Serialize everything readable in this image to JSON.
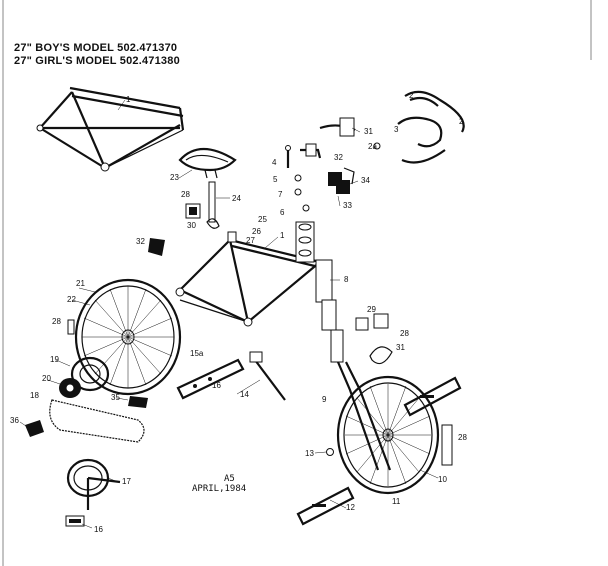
{
  "header": {
    "line1": "27\" BOY'S MODEL 502.471370",
    "line2": "27\" GIRL'S MODEL 502.471380"
  },
  "footer": {
    "page_code": "A5",
    "date": "APRIL,1984"
  },
  "parts": {
    "frame_girls": "1",
    "frame_boys": "1",
    "handlebar_top": "2",
    "handlebar_right": "2",
    "handlebar_alt": "2a",
    "stem": "3",
    "bolt": "4",
    "nut": "5",
    "expander": "6",
    "washer": "7",
    "headset": "8",
    "fork_bolt": "9",
    "rear_wheel_tire": "10",
    "front_wheel": "11",
    "chainguard_front": "12",
    "hub_nut": "13",
    "kickstand": "14",
    "chainguard_piece_a": "15a",
    "chainguard_piece": "16",
    "pedal": "16",
    "crank_set": "17",
    "chain": "18",
    "freewheel_cluster": "19",
    "sprocket": "20",
    "rear_wheel": "21",
    "rear_tire": "22",
    "saddle": "23",
    "seat_post": "24",
    "clamp_bolt": "25",
    "clamp_nut": "26",
    "clamp_washer": "27",
    "reflector_rear": "28",
    "reflector_side": "28",
    "reflector_front": "28",
    "reflector_bracket": "29",
    "reflector_clip": "30",
    "brake_lever": "31",
    "brake_lever_b": "31",
    "shift_lever_left": "32",
    "shift_lever_right": "32",
    "shift_mount": "33",
    "shift_clamp": "34",
    "rear_derailleur": "35",
    "front_derailleur": "36"
  }
}
